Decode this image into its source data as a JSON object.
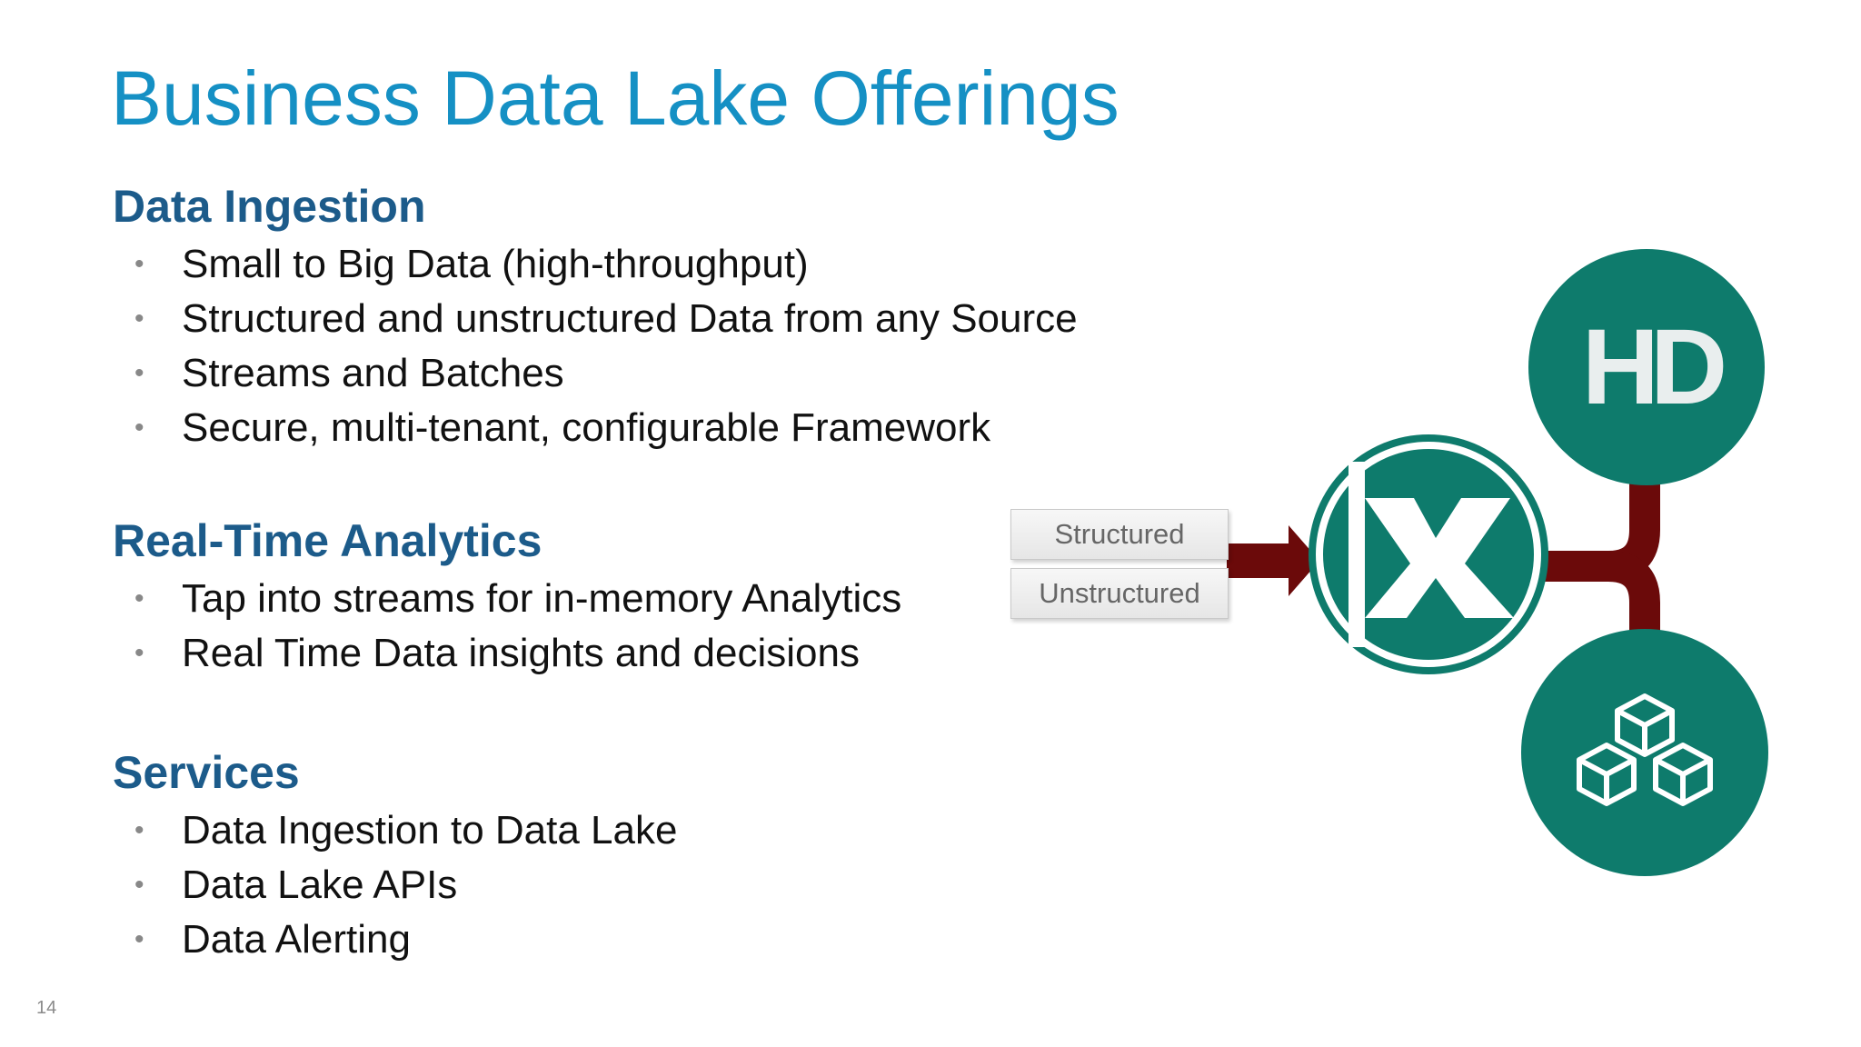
{
  "title": "Business Data Lake Offerings",
  "sections": [
    {
      "heading": "Data Ingestion",
      "bullets": [
        "Small to Big Data (high-throughput)",
        "Structured and unstructured Data from any Source",
        "Streams and Batches",
        "Secure, multi-tenant, configurable Framework"
      ]
    },
    {
      "heading": "Real-Time Analytics",
      "bullets": [
        "Tap into streams for in-memory Analytics",
        "Real Time Data insights and decisions"
      ]
    },
    {
      "heading": "Services",
      "bullets": [
        "Data Ingestion to Data Lake",
        "Data Lake APIs",
        "Data Alerting"
      ]
    }
  ],
  "diagram": {
    "input_labels": [
      "Structured",
      "Unstructured"
    ],
    "hd_label": "HD",
    "icons": [
      "x-logo-icon",
      "hd-logo-icon",
      "cubes-icon"
    ],
    "colors": {
      "teal": "#0e7b6c",
      "arrow": "#6b0a0a",
      "title": "#1590c4",
      "heading": "#1c5b8a"
    }
  },
  "page_number": "14"
}
